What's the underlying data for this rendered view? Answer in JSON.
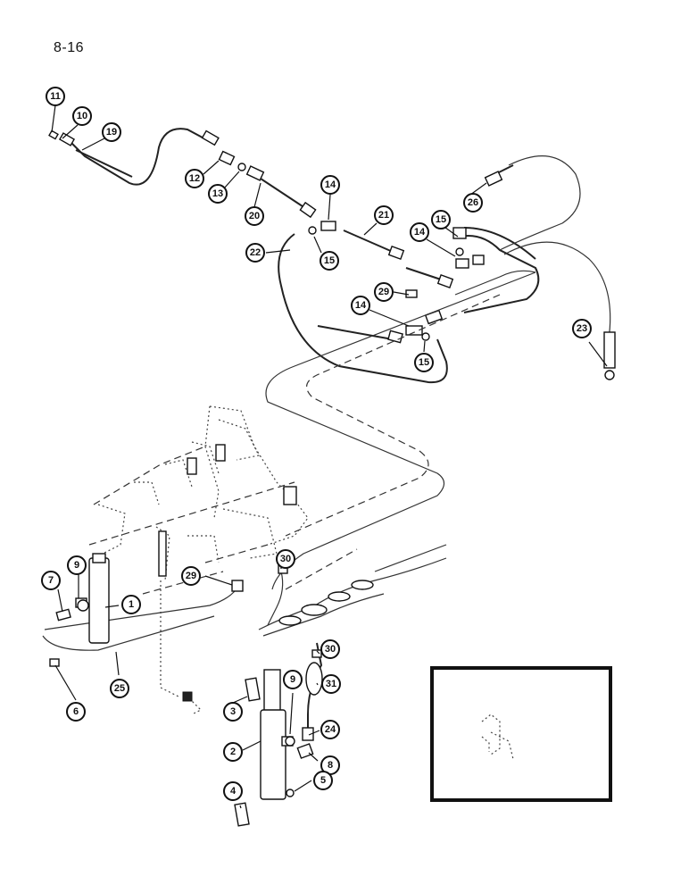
{
  "page": {
    "number": "8-16"
  },
  "callouts": [
    "11",
    "10",
    "19",
    "12",
    "13",
    "20",
    "14",
    "15",
    "21",
    "26",
    "22",
    "15",
    "14",
    "29",
    "14",
    "15",
    "23",
    "30",
    "29",
    "7",
    "9",
    "1",
    "25",
    "6",
    "30",
    "9",
    "31",
    "3",
    "24",
    "2",
    "8",
    "4",
    "5"
  ]
}
